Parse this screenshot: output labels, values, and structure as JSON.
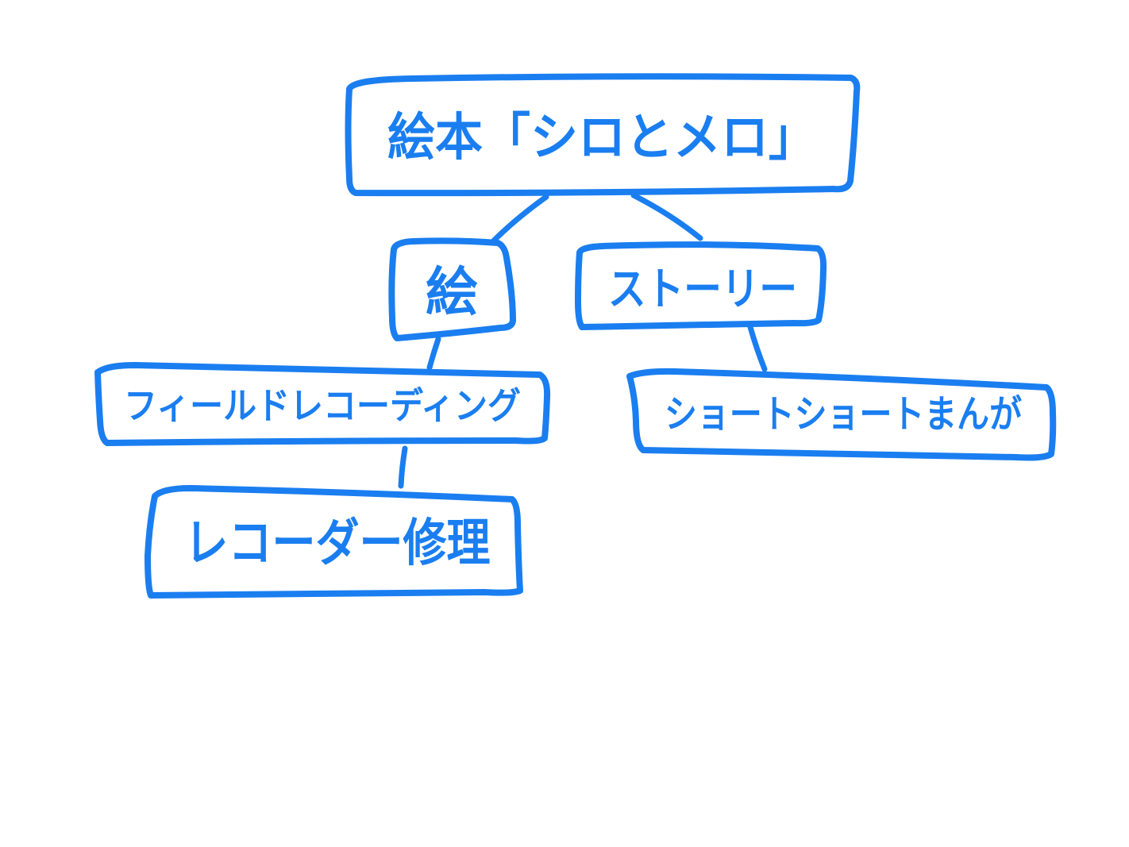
{
  "colors": {
    "ink": "#1a7ef0",
    "background": "#ffffff"
  },
  "nodes": {
    "root": {
      "label": "絵本「シロとメロ」"
    },
    "art": {
      "label": "絵"
    },
    "story": {
      "label": "ストーリー"
    },
    "field_recording": {
      "label": "フィールドレコーディング"
    },
    "short_manga": {
      "label": "ショートショートまんが"
    },
    "recorder_repair": {
      "label": "レコーダー修理"
    }
  },
  "edges": [
    {
      "from": "root",
      "to": "art"
    },
    {
      "from": "root",
      "to": "story"
    },
    {
      "from": "art",
      "to": "field_recording"
    },
    {
      "from": "story",
      "to": "short_manga"
    },
    {
      "from": "field_recording",
      "to": "recorder_repair"
    }
  ]
}
